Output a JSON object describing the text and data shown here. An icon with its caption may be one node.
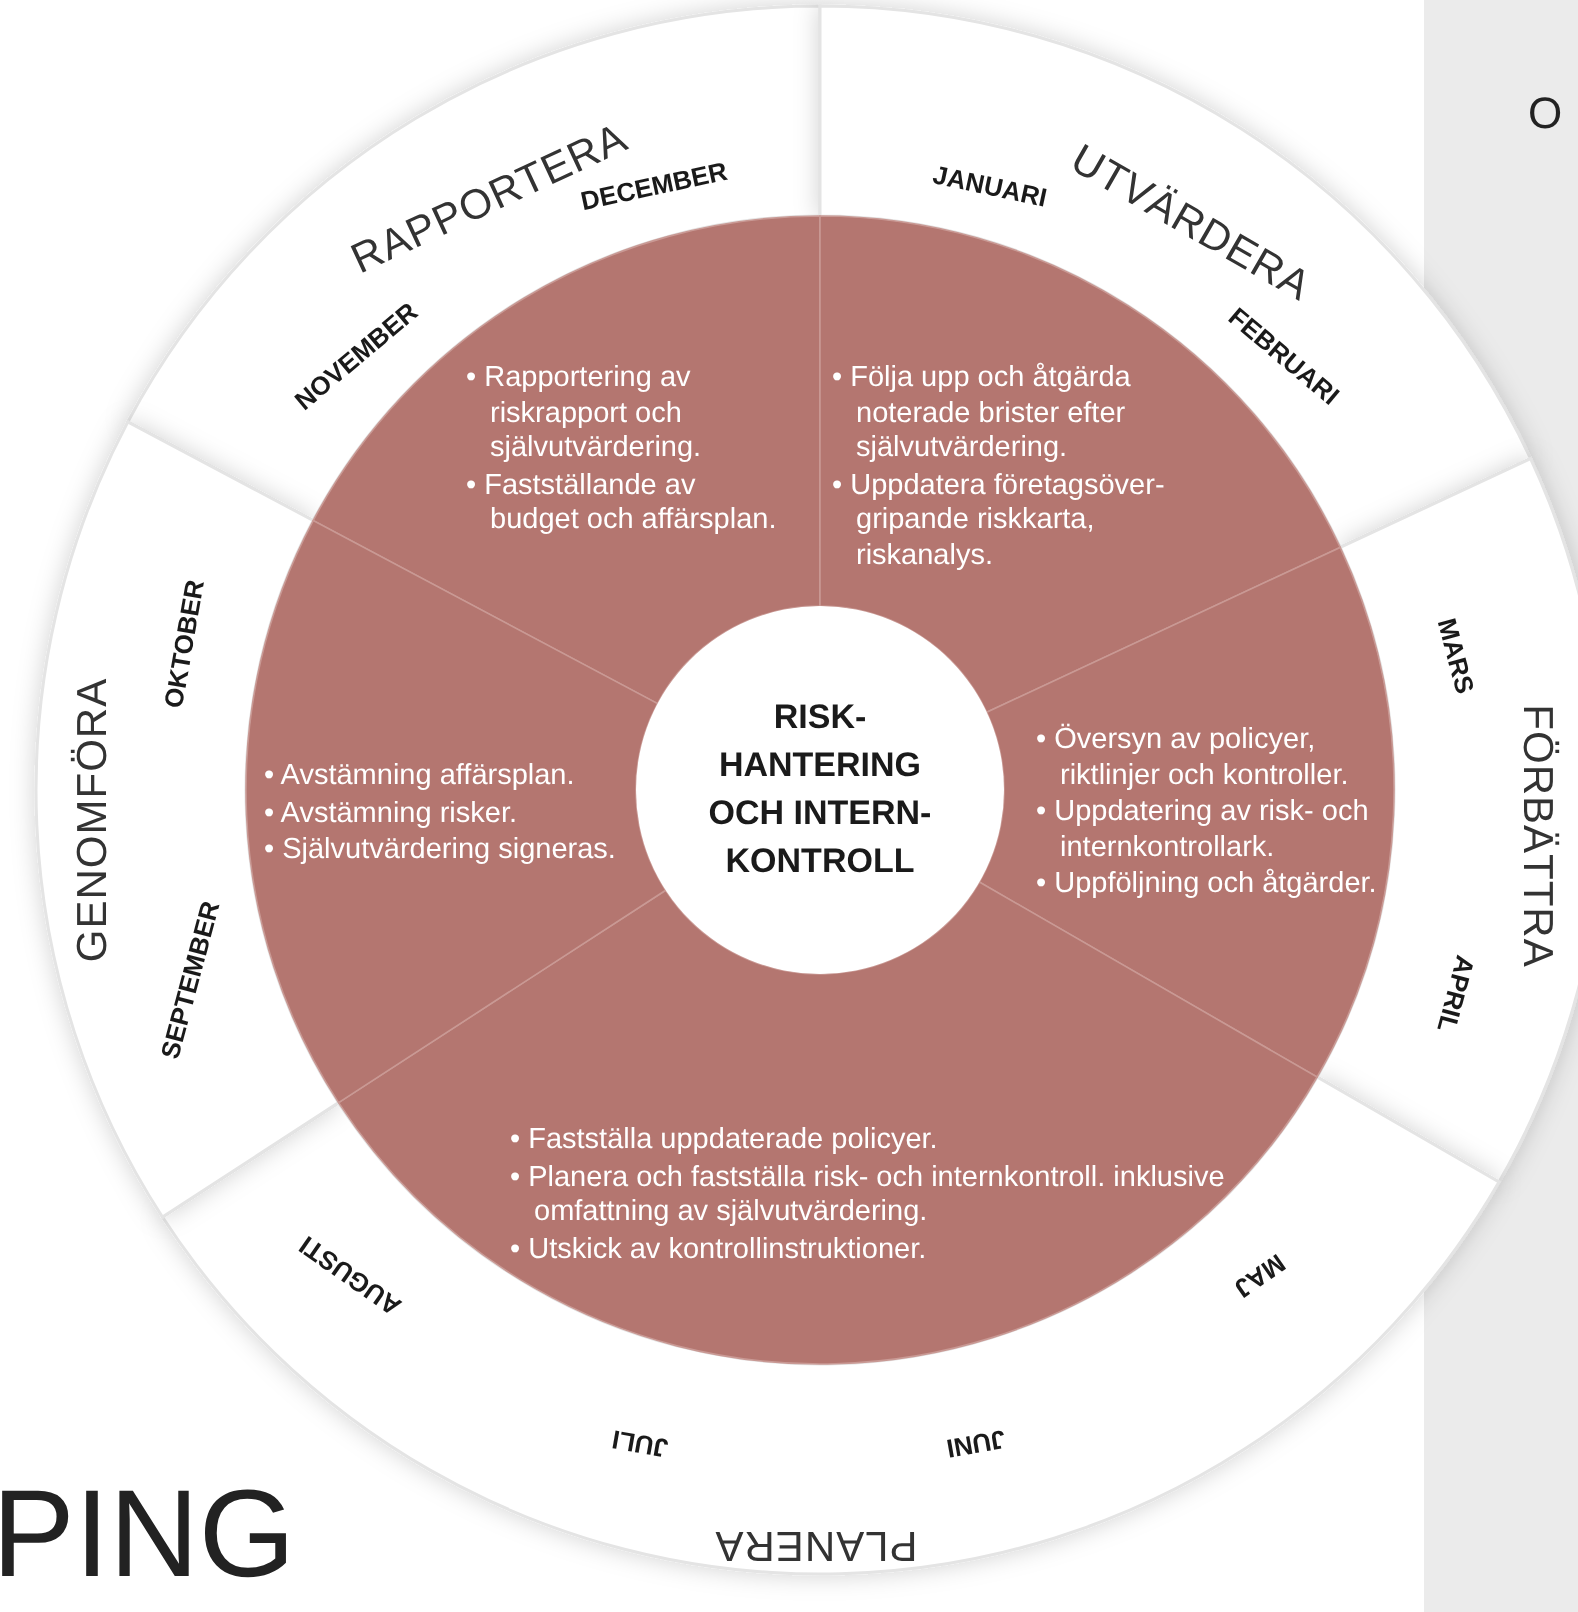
{
  "diagram": {
    "nodes": [
      {
        "text": [
          "RAPPORTERA",
          "NOVEMBER",
          "DECEMBER"
        ]
      },
      {
        "text": [
          "UTVÄRDERA",
          "JANUARI",
          "FEBRUARI"
        ]
      },
      {
        "text": [
          "FÖRBÄTTRA",
          "MARS",
          "APRIL"
        ]
      },
      {
        "text": [
          "PLANERA",
          "MAJ",
          "JUNI",
          "JULI",
          "AUGUSTI"
        ]
      },
      {
        "text": [
          "GENOMFÖRA",
          "SEPTEMBER",
          "OKTOBER"
        ]
      },
      {
        "text": [
          "• Rapportering av riskrapport och självutvärdering.",
          "• Fastställande av budget och affärsplan."
        ]
      },
      {
        "text": [
          "• Följa upp och åtgärda noterade brister efter självutvärdering.",
          "• Uppdatera företagsöver- gripande riskkarta, riskanalys."
        ]
      },
      {
        "text": [
          "• Översyn av policyer, riktlinjer och kontroller.",
          "• Uppdatering av risk- och internkontrollark.",
          "• Uppföljning och åtgärder."
        ]
      },
      {
        "text": [
          "• Fastställa uppdaterade policyer.",
          "• Planera och fastställa risk- och internkontroll. inklusive omfattning av självutvärdering.",
          "• Utskick av kontrollinstruktioner."
        ]
      },
      {
        "text": [
          "• Avstämning affärsplan.",
          "• Avstämning risker.",
          "• Självutvärdering signeras."
        ]
      },
      {
        "text": [
          "RISK- HANTERING OCH INTERN- KONTROLL"
        ]
      }
    ],
    "labels": [
      "O",
      "PING"
    ]
  }
}
